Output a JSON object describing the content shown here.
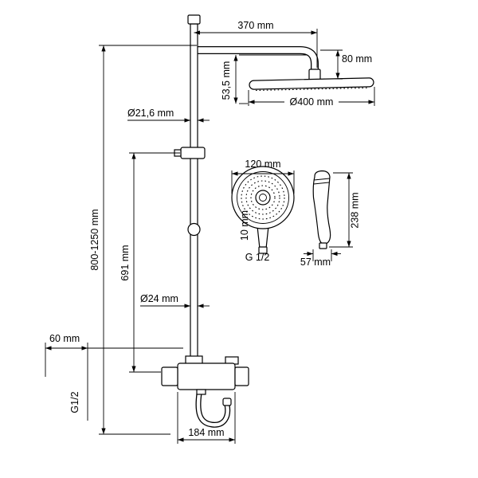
{
  "colors": {
    "line": "#000000",
    "background": "#ffffff"
  },
  "drawing": {
    "labels": {
      "overall_width": "370 mm",
      "head_drop": "80 mm",
      "head_assembly_height": "53,5 mm",
      "head_diameter": "Ø400 mm",
      "column_pipe_diameter": "Ø21,6 mm",
      "total_height": "800-1250 mm",
      "bracket_to_mixer_height": "691 mm",
      "hand_shower_face_diameter": "120 mm",
      "hand_shower_neck_diameter": "10 mm",
      "hand_shower_thread": "G 1/2",
      "hand_shower_length": "238 mm",
      "hand_shower_head_width": "57 mm",
      "lower_pipe_diameter": "Ø24 mm",
      "inlet_offset": "60 mm",
      "inlet_thread": "G1/2",
      "mixer_width": "184 mm"
    }
  }
}
